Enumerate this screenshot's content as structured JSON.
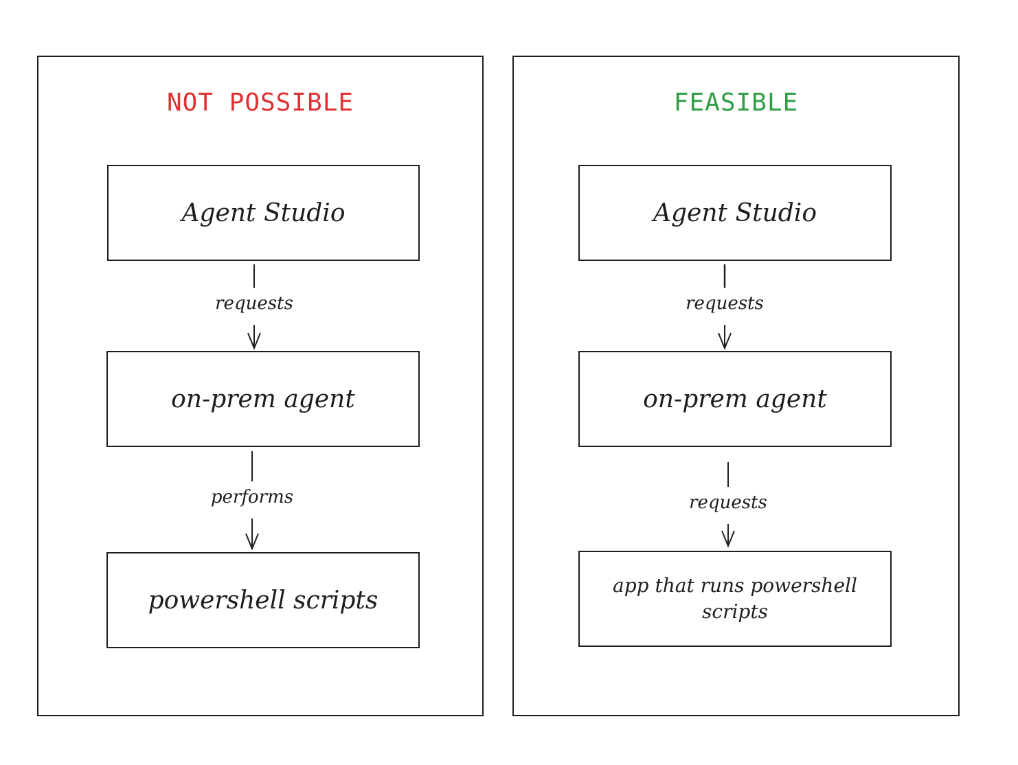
{
  "panels": {
    "left": {
      "title": "NOT POSSIBLE",
      "title_color": "#e03131",
      "nodes": {
        "top": "Agent Studio",
        "middle": "on-prem agent",
        "bottom": "powershell scripts"
      },
      "edges": {
        "first": "requests",
        "second": "performs"
      }
    },
    "right": {
      "title": "FEASIBLE",
      "title_color": "#2f9e44",
      "nodes": {
        "top": "Agent Studio",
        "middle": "on-prem agent",
        "bottom": "app that runs powershell scripts"
      },
      "edges": {
        "first": "requests",
        "second": "requests"
      }
    }
  }
}
